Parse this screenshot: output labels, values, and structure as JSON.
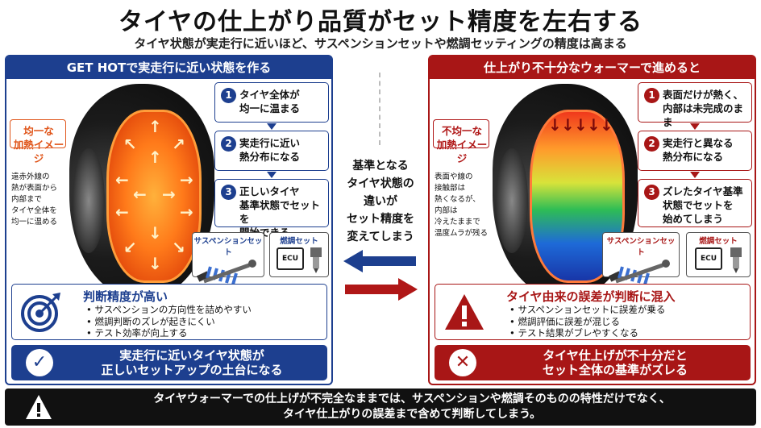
{
  "title": "タイヤの仕上がり品質がセット精度を左右する",
  "subtitle": "タイヤ状態が実走行に近いほど、サスペンションセットや燃調セッティングの精度は高まる",
  "left": {
    "header": "GET HOTで実走行に近い状態を作る",
    "side_heading": "均一な\n加熱イメージ",
    "side_text": "遠赤外線の\n熱が表面から\n内部まで\nタイヤ全体を\n均一に温める",
    "steps": [
      {
        "num": "1",
        "text": "タイヤ全体が\n均一に温まる"
      },
      {
        "num": "2",
        "text": "実走行に近い\n熱分布になる"
      },
      {
        "num": "3",
        "text": "正しいタイヤ\n基準状態でセットを\n開始できる"
      }
    ],
    "suspension_label": "サスペンションセット",
    "fuel_label": "燃調セット",
    "ecu_label": "ECU",
    "judge_title": "判断精度が高い",
    "judge_items": [
      "サスペンションの方向性を詰めやすい",
      "燃調判断のズレが起きにくい",
      "テスト効率が向上する"
    ],
    "conclusion": "実走行に近いタイヤ状態が\n正しいセットアップの土台になる"
  },
  "center": {
    "text": "基準となる\nタイヤ状態の\n違いが\nセット精度を\n変えてしまう"
  },
  "right": {
    "header": "仕上がり不十分なウォーマーで進めると",
    "side_heading": "不均一な\n加熱イメージ",
    "side_text": "表面や線の\n接触部は\n熱くなるが、\n内部は\n冷えたままで\n温度ムラが残る",
    "steps": [
      {
        "num": "1",
        "text": "表面だけが熱く、\n内部は未完成のまま"
      },
      {
        "num": "2",
        "text": "実走行と異なる\n熱分布になる"
      },
      {
        "num": "3",
        "text": "ズレたタイヤ基準\n状態でセットを\n始めてしまう"
      }
    ],
    "suspension_label": "サスペンションセット",
    "fuel_label": "燃調セット",
    "ecu_label": "ECU",
    "judge_title": "タイヤ由来の誤差が判断に混入",
    "judge_items": [
      "サスペンションセットに誤差が乗る",
      "燃調評価に誤差が混じる",
      "テスト結果がブレやすくなる"
    ],
    "conclusion": "タイヤ仕上げが不十分だと\nセット全体の基準がズレる"
  },
  "footer": {
    "text": "タイヤウォーマーでの仕上げが不完全なままでは、サスペンションや燃調そのものの特性だけでなく、\nタイヤ仕上がりの誤差まで含めて判断してしまう。"
  },
  "colors": {
    "blue": "#1d3f8f",
    "red": "#a81616",
    "orange": "#e0551a"
  },
  "icons": [
    "target-icon",
    "warning-icon",
    "check-icon",
    "cross-icon",
    "shock-absorber-icon",
    "ecu-icon",
    "injector-icon",
    "arrow-left-icon",
    "arrow-right-icon"
  ]
}
